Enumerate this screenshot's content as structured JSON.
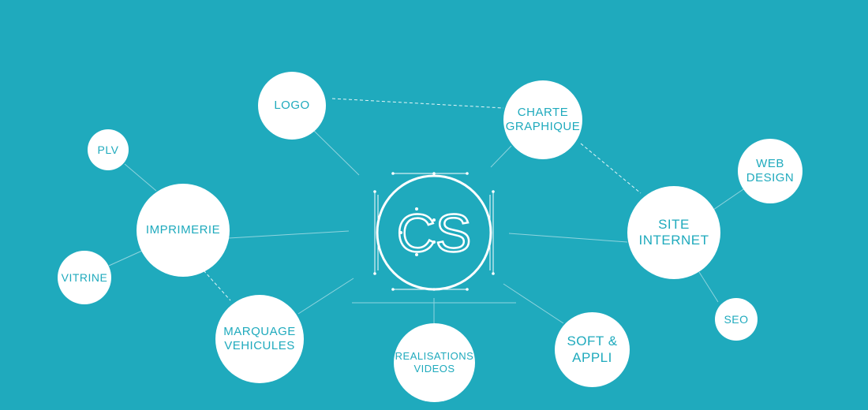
{
  "colors": {
    "background": "#1faabd",
    "node_fill": "#ffffff",
    "node_text": "#1faabd",
    "line": "#8fd4de"
  },
  "center_logo": {
    "text": "CS",
    "icon": "cs-logo-icon"
  },
  "nodes": {
    "logo": "LOGO",
    "charte": "CHARTE\nGRAPHIQUE",
    "plv": "PLV",
    "imprimerie": "IMPRIMERIE",
    "vitrine": "VITRINE",
    "marquage": "MARQUAGE\nVEHICULES",
    "realisations": "REALISATIONS\nVIDEOS",
    "soft": "SOFT &\nAPPLI",
    "site": "SITE\nINTERNET",
    "web": "WEB\nDESIGN",
    "seo": "SEO"
  }
}
